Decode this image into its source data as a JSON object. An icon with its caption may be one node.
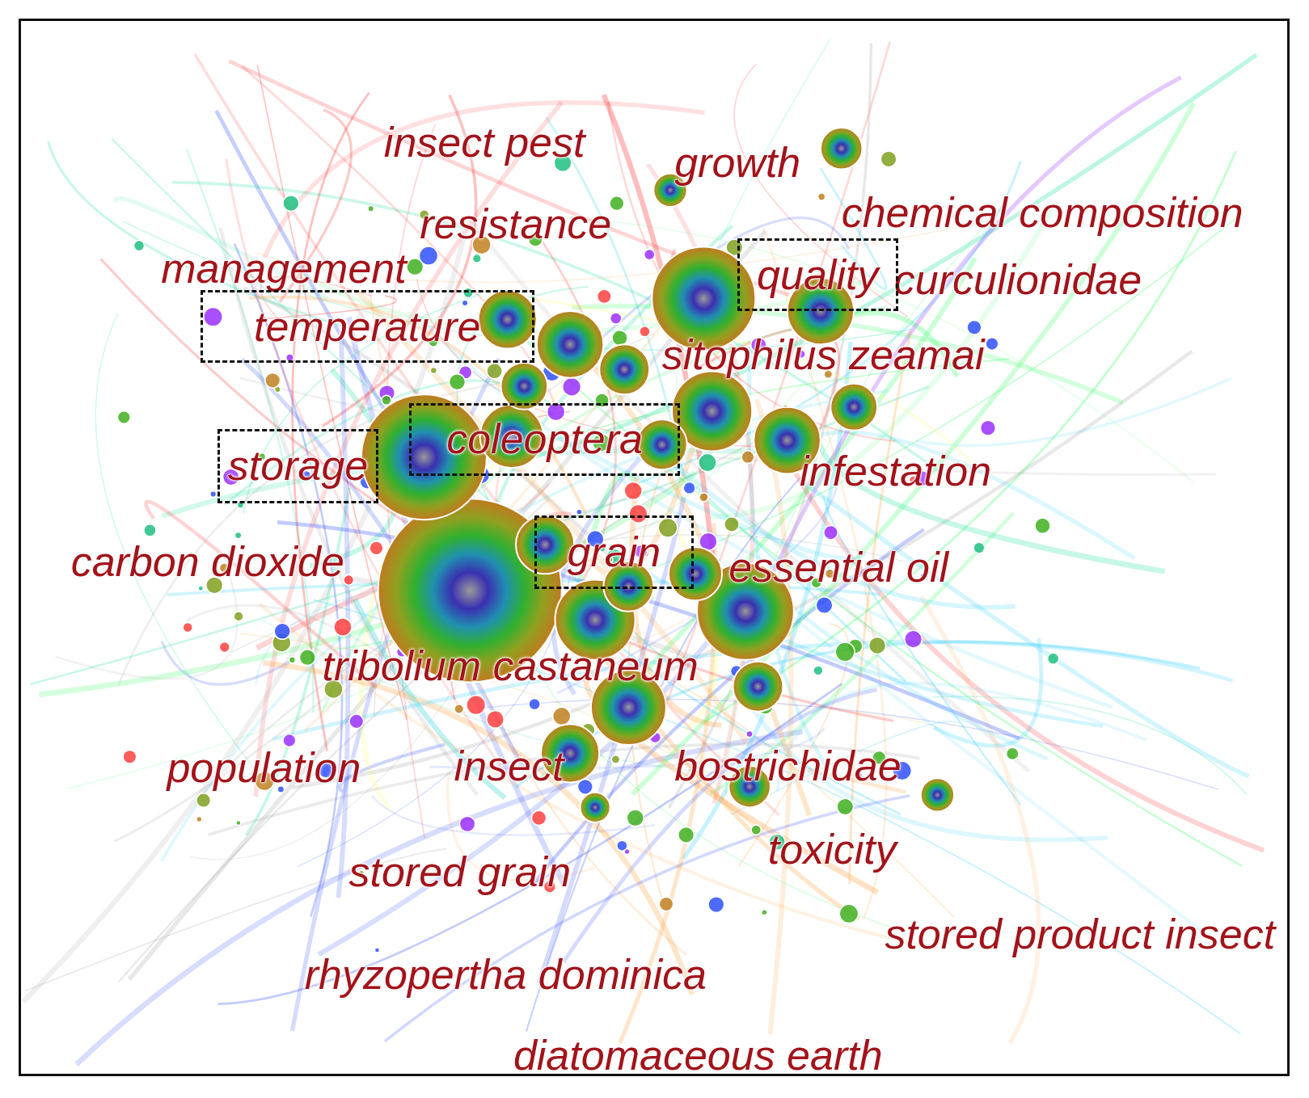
{
  "diagram": {
    "nodes": [
      {
        "text": [
          "quality"
        ]
      },
      {
        "text": [
          "temperature"
        ]
      },
      {
        "text": [
          "coleoptera"
        ]
      },
      {
        "text": [
          "storage"
        ]
      },
      {
        "text": [
          "grain"
        ]
      }
    ],
    "labels": [
      "insect pest",
      "growth",
      "resistance",
      "chemical composition",
      "management",
      "curculionidae",
      "sitophilus zeamai",
      "infestation",
      "carbon dioxide",
      "essential oil",
      "tribolium castaneum",
      "population",
      "insect",
      "bostrichidae",
      "toxicity",
      "stored grain",
      "stored product insect",
      "rhyzopertha dominica",
      "diatomaceous earth"
    ]
  }
}
